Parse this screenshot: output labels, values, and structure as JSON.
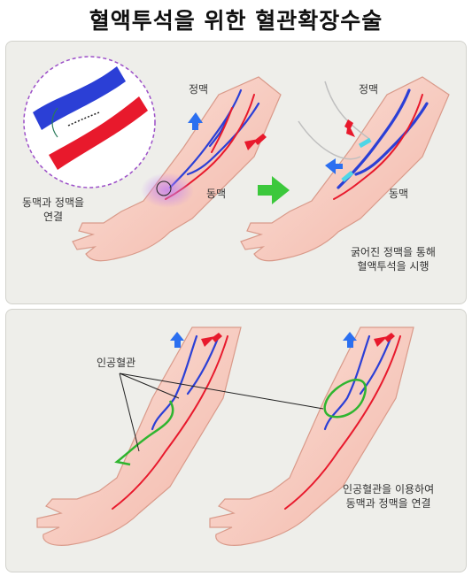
{
  "title": "혈액투석을 위한 혈관확장수술",
  "top_panel": {
    "left_figure": {
      "vein_label": "정맥",
      "artery_label": "동맥",
      "connect_caption": [
        "동맥과 정맥을",
        "연결"
      ]
    },
    "right_figure": {
      "vein_label": "정맥",
      "artery_label": "동맥",
      "dialysis_caption": [
        "굵어진 정맥을 통해",
        "혈액투석을 시행"
      ]
    },
    "colors": {
      "artery": "#e8192c",
      "vein": "#2b3fd6",
      "arrow_green": "#3cc83c",
      "panel_bg": "#eeeeea"
    }
  },
  "bottom_panel": {
    "graft_label": "인공혈관",
    "graft_caption": [
      "인공혈관을 이용하여",
      "동맥과 정맥을 연결"
    ],
    "colors": {
      "graft": "#2fb52f"
    }
  }
}
